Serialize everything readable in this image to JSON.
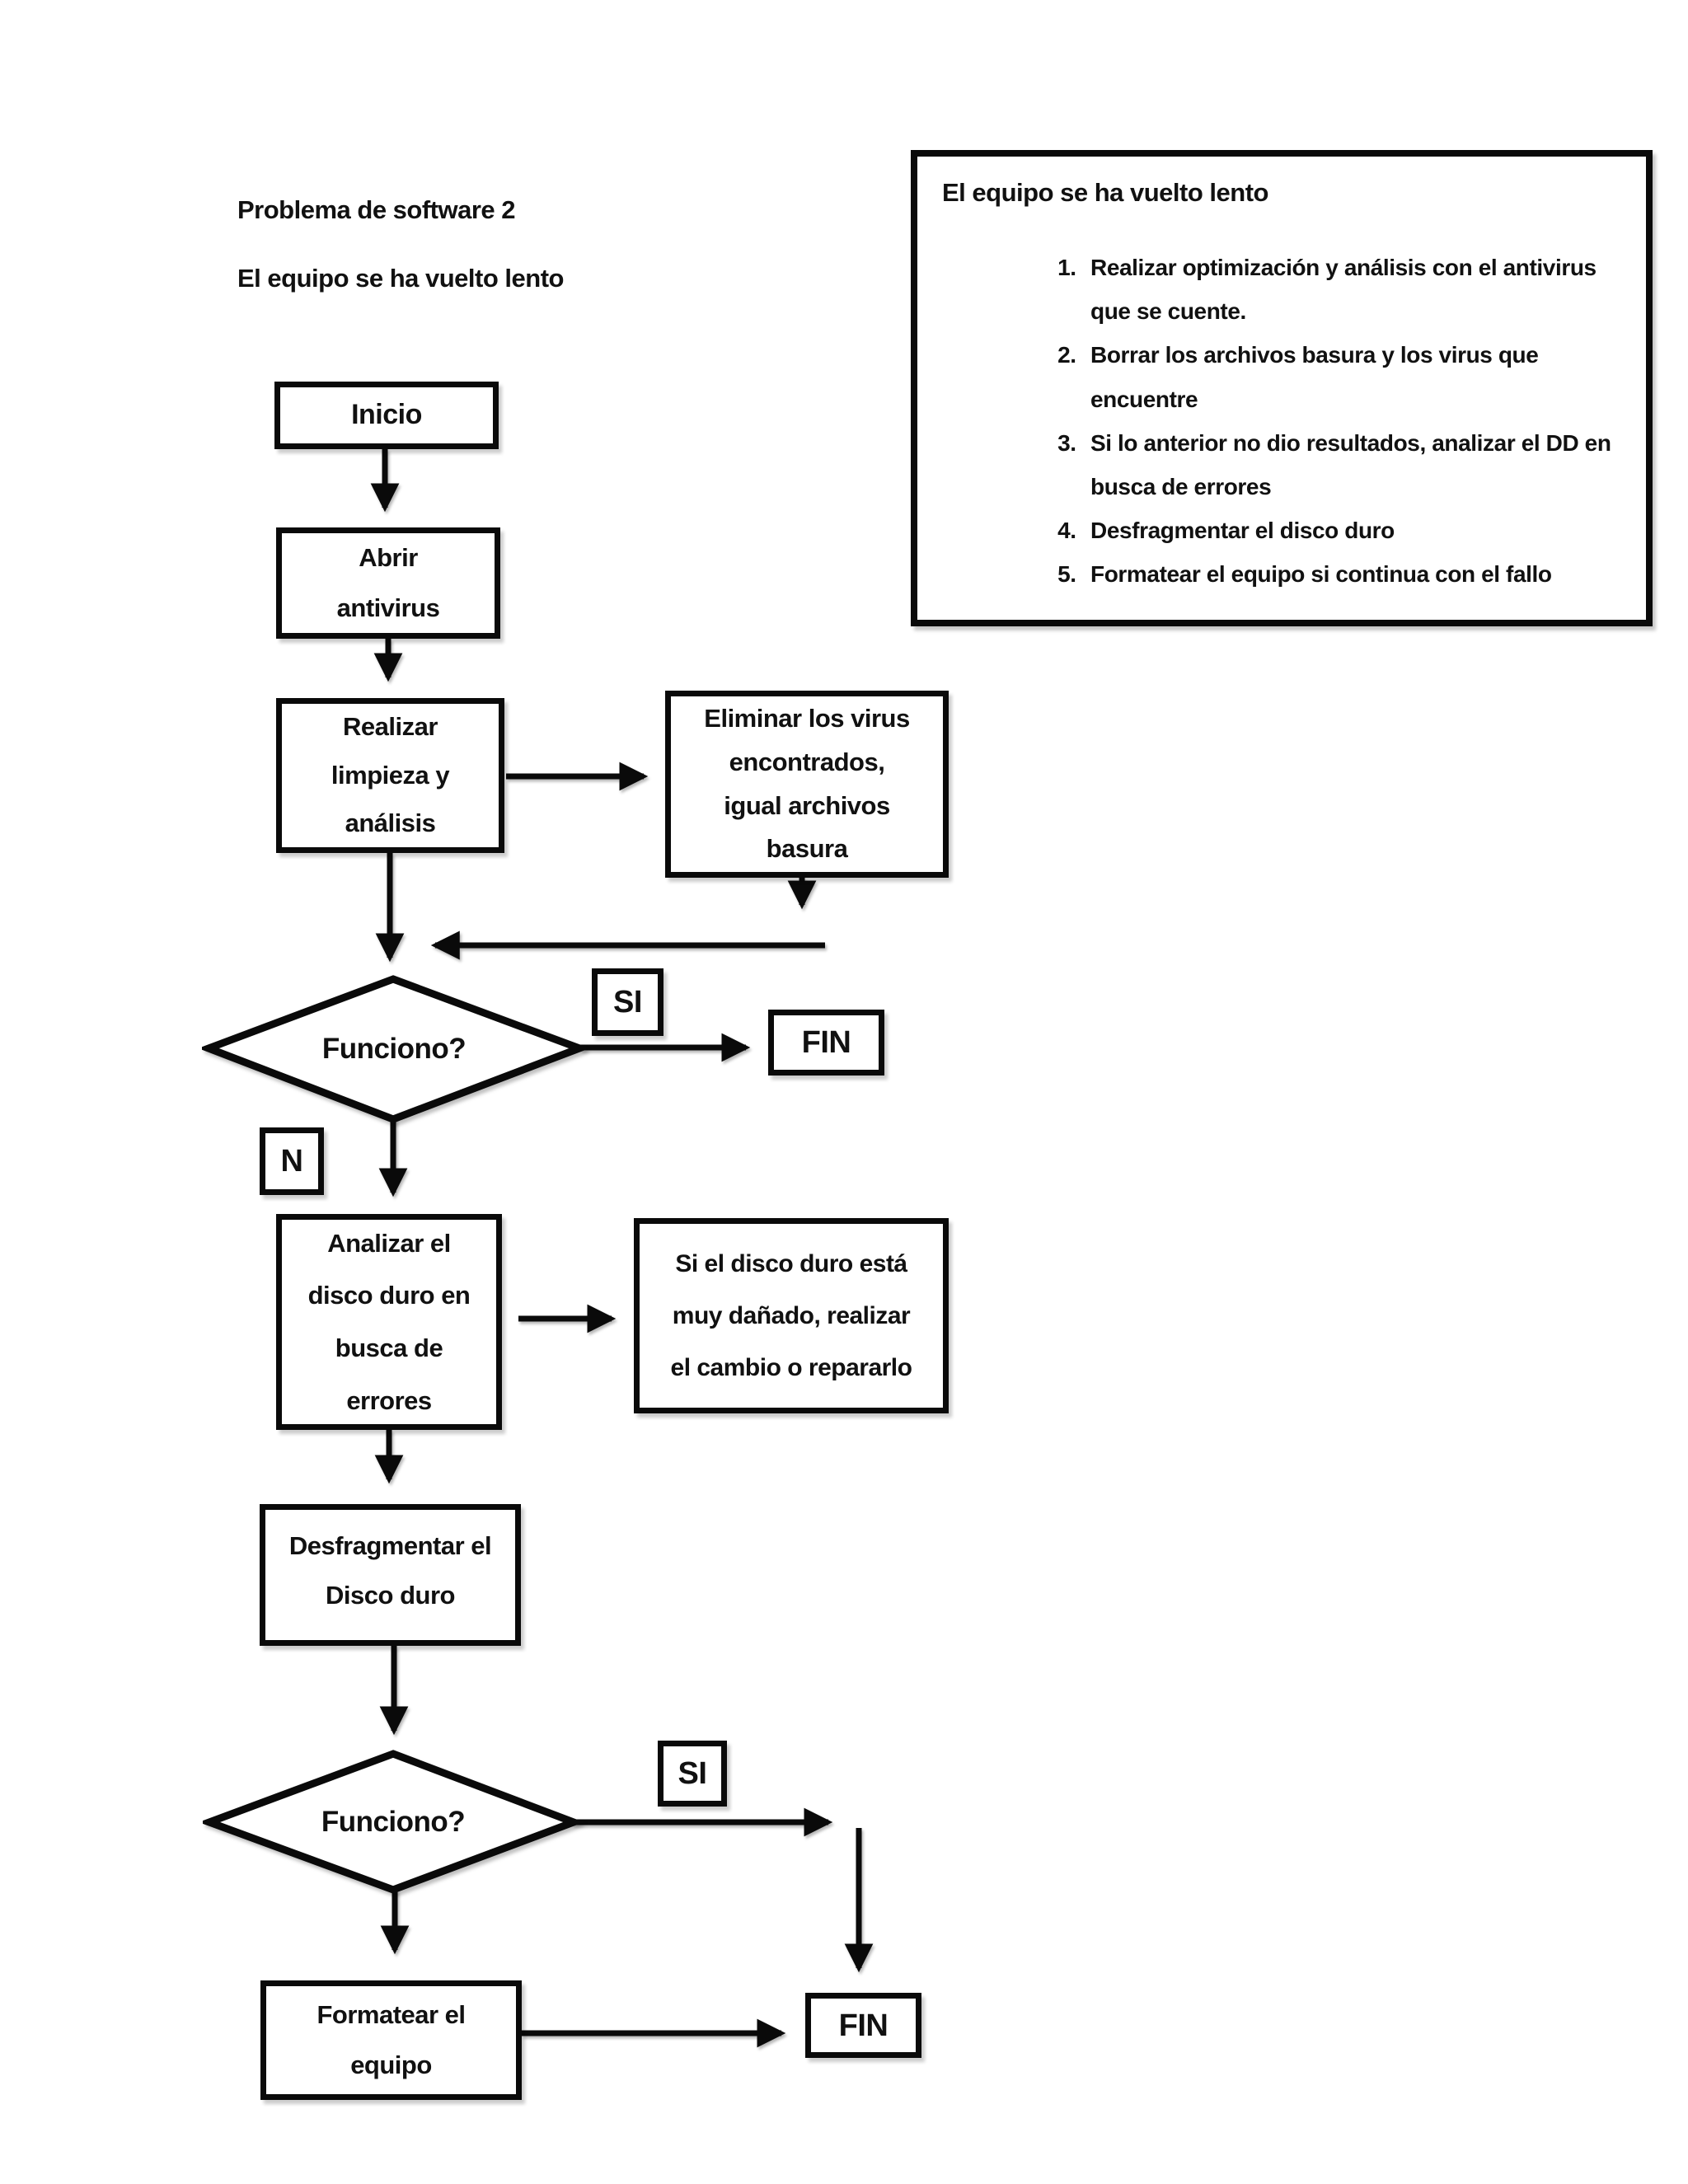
{
  "page": {
    "heading_line1": "Problema de software 2",
    "heading_line2": "El equipo se ha vuelto lento"
  },
  "info_box": {
    "title": "El equipo se ha vuelto lento",
    "items": [
      "Realizar optimización y análisis con el antivirus que se cuente.",
      "Borrar los archivos basura y los virus que encuentre",
      "Si lo anterior no dio resultados, analizar el DD en busca de errores",
      "Desfragmentar el disco duro",
      "Formatear el equipo si continua con el fallo"
    ]
  },
  "flowchart": {
    "start": "Inicio",
    "open_antivirus": "Abrir antivirus",
    "run_cleanup": "Realizar limpieza y análisis",
    "remove_viruses": "Eliminar los virus encontrados, igual archivos basura",
    "decision1": "Funciono?",
    "yes1": "SI",
    "end1": "FIN",
    "no_label": "N",
    "analyze_disk": "Analizar el disco duro en busca de errores",
    "disk_damaged_note": "Si el disco duro está muy dañado, realizar el cambio o repararlo",
    "defragment": "Desfragmentar el Disco duro",
    "decision2": "Funciono?",
    "yes2": "SI",
    "end2": "FIN",
    "format_pc": "Formatear el equipo"
  },
  "colors": {
    "ink": "#0a0a0a",
    "background": "#ffffff"
  }
}
